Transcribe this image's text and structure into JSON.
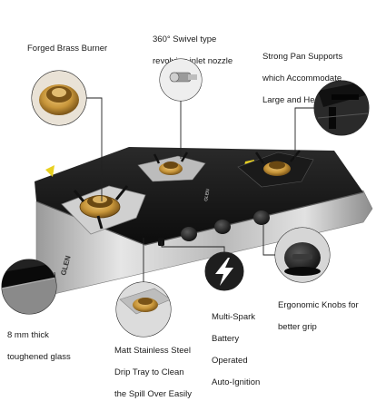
{
  "features": {
    "burner": {
      "lines": [
        "Forged Brass Burner"
      ],
      "icon": "brass-burner-icon"
    },
    "nozzle": {
      "lines": [
        "360° Swivel type",
        "revolving inlet nozzle"
      ],
      "icon": "inlet-nozzle-icon"
    },
    "pan": {
      "lines": [
        "Strong Pan Supports",
        "which Accommodate",
        "Large and Heavy Vessels"
      ],
      "icon": "pan-support-icon"
    },
    "glass": {
      "lines": [
        "8 mm thick",
        "toughened glass"
      ],
      "icon": "glass-edge-icon"
    },
    "tray": {
      "lines": [
        "Matt Stainless Steel",
        "Drip Tray to Clean",
        "the Spill Over Easily"
      ],
      "icon": "drip-tray-icon"
    },
    "spark": {
      "lines": [
        "Multi-Spark",
        "Battery",
        "Operated",
        "Auto-Ignition"
      ],
      "icon": "lightning-bolt-icon"
    },
    "knob": {
      "lines": [
        "Ergonomic Knobs for",
        "better grip"
      ],
      "icon": "knob-icon"
    }
  },
  "product": {
    "brand": "GLEN"
  },
  "colors": {
    "glass": "#141414",
    "steel": "#c9c9c9",
    "brass": "#c8963a",
    "line": "#222222"
  }
}
